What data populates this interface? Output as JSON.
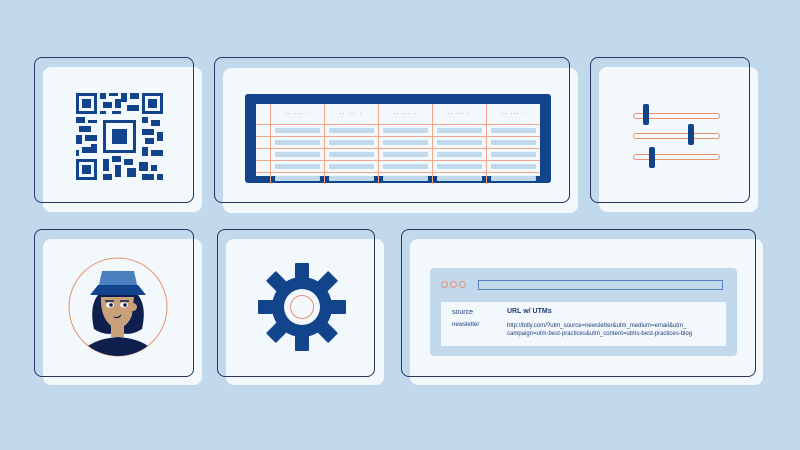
{
  "colors": {
    "background": "#c2d8eb",
    "card_fill": "#f3f8fd",
    "outline": "#2a3566",
    "primary_blue": "#12448b",
    "accent_orange": "#e8916d"
  },
  "qr_card": {
    "icon": "qr-code-icon"
  },
  "spreadsheet_card": {
    "icon": "spreadsheet-icon",
    "headers": [
      "·· ··· ·",
      "·· ··· ·",
      "·· ··· ·",
      "·· ··· ·",
      "·· ··· ·"
    ],
    "row_count": 5
  },
  "sliders_card": {
    "icon": "sliders-icon",
    "sliders": [
      {
        "position_pct": 15
      },
      {
        "position_pct": 66
      },
      {
        "position_pct": 22
      }
    ]
  },
  "avatar_card": {
    "icon": "avatar-person-icon"
  },
  "gear_card": {
    "icon": "gear-icon"
  },
  "browser_card": {
    "icon": "browser-window-icon",
    "table": {
      "headers": [
        "source",
        "URL w/ UTMs"
      ],
      "rows": [
        {
          "source": "newsletter",
          "url": "http://bitly.com/?utm_source=newsletter&utm_medium=email&utm_campaign=utm-best-practices&utm_content=utms-best-practices-blog",
          "url_line1": "http://bitly.com/?utm_source=newsletter&utm_medium=email&utm_",
          "url_line2": "campaign=utm-best-practices&utm_content=utms-best-practices-blog"
        }
      ]
    }
  }
}
